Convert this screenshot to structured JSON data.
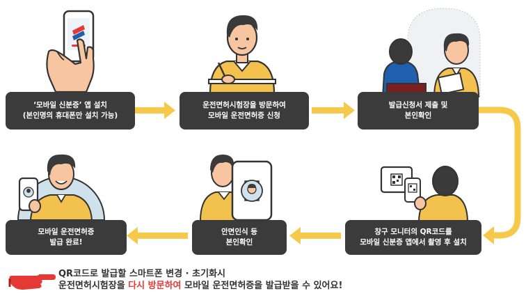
{
  "colors": {
    "box_bg": "#3b3b3b",
    "arrow": "#f6c94b",
    "highlight": "#e53935",
    "skin": "#f7c6a0",
    "shirt": "#f2c14e",
    "hair": "#3a3a3a",
    "circle_bg": "#cfe1ea"
  },
  "steps": [
    {
      "lines": [
        "‘모바일 신분증’ 앱 설치",
        "(본인명의 휴대폰만 설치 가능)"
      ]
    },
    {
      "lines": [
        "운전면허시험장을 방문하여",
        "모바일 운전면허증 신청"
      ]
    },
    {
      "lines": [
        "발급신청서 제출 및",
        "본인확인"
      ]
    },
    {
      "lines": [
        "창구 모니터의 QR코드를",
        "모바일 신분증 앱에서 촬영 후 설치"
      ]
    },
    {
      "lines": [
        "안면인식 등",
        "본인확인"
      ]
    },
    {
      "lines": [
        "모바일 운전면허증",
        "발급 완료!"
      ]
    }
  ],
  "note": {
    "line1": "QR코드로 발급할 스마트폰 변경 · 초기화시",
    "line2_before": "운전면허시험장을 ",
    "line2_highlight": "다시 방문하여",
    "line2_after": " 모바일 운전면허증을 발급받을 수 있어요!",
    "pointer_icon": "pointing-hand-icon"
  }
}
